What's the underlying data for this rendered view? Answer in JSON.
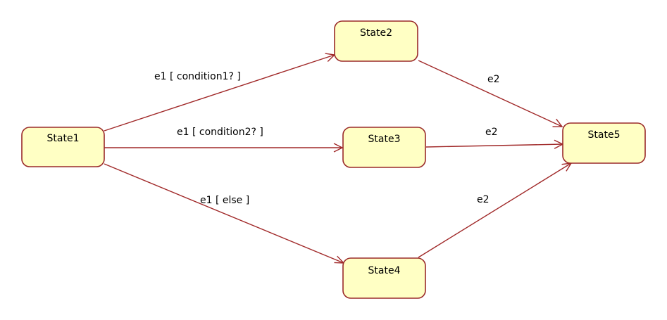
{
  "colors": {
    "state_fill": "#ffffc4",
    "state_border": "#9a2a2a",
    "edge": "#a02828",
    "text": "#000000"
  },
  "states": [
    {
      "id": "s1",
      "name": "State1"
    },
    {
      "id": "s2",
      "name": "State2"
    },
    {
      "id": "s3",
      "name": "State3"
    },
    {
      "id": "s4",
      "name": "State4"
    },
    {
      "id": "s5",
      "name": "State5"
    }
  ],
  "transitions": [
    {
      "id": "t1",
      "from": "State1",
      "to": "State2",
      "label": "e1 [ condition1? ]"
    },
    {
      "id": "t2",
      "from": "State1",
      "to": "State3",
      "label": "e1 [ condition2? ]"
    },
    {
      "id": "t3",
      "from": "State1",
      "to": "State4",
      "label": "e1 [ else ]"
    },
    {
      "id": "t4",
      "from": "State2",
      "to": "State5",
      "label": "e2"
    },
    {
      "id": "t5",
      "from": "State3",
      "to": "State5",
      "label": "e2"
    },
    {
      "id": "t6",
      "from": "State4",
      "to": "State5",
      "label": "e2"
    }
  ]
}
